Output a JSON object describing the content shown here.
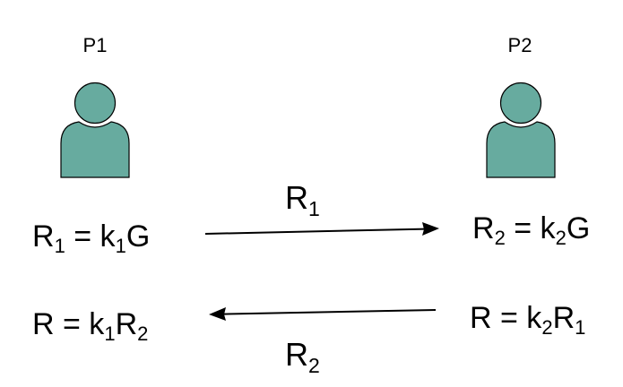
{
  "parties": {
    "p1": {
      "label": "P1"
    },
    "p2": {
      "label": "P2"
    }
  },
  "icons": {
    "p1": "person-icon",
    "p2": "person-icon",
    "fill": "#67AB9F",
    "stroke": "#000000"
  },
  "equations": {
    "p1_round1": {
      "a": "R",
      "a_sub": "1",
      "b": " = k",
      "b_sub": "1",
      "c": "G"
    },
    "p2_round1": {
      "a": "R",
      "a_sub": "2",
      "b": " = k",
      "b_sub": "2",
      "c": "G"
    },
    "p1_round2": {
      "a": "R = k",
      "a_sub": "1",
      "b": "R",
      "b_sub": "2"
    },
    "p2_round2": {
      "a": "R = k",
      "a_sub": "2",
      "b": "R",
      "b_sub": "1"
    }
  },
  "messages": {
    "to_p2": {
      "main": "R",
      "sub": "1",
      "direction": "right"
    },
    "to_p1": {
      "main": "R",
      "sub": "2",
      "direction": "left"
    }
  }
}
